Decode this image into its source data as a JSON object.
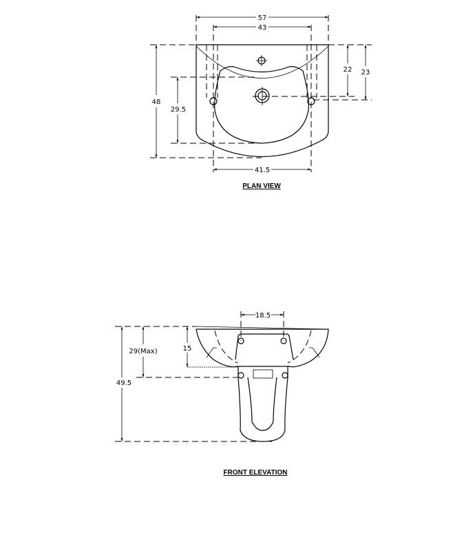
{
  "plan_view": {
    "title": "PLAN VIEW",
    "dimensions": {
      "overall_width": "57",
      "bracket_width_top": "43",
      "overall_depth": "48",
      "bowl_depth": "29.5",
      "waste_to_wall": "22",
      "fixing_to_wall": "23",
      "bracket_width_bottom": "41.5"
    }
  },
  "front_elevation": {
    "title": "FRONT ELEVATION",
    "dimensions": {
      "fixing_centres": "18.5",
      "height_max": "29(Max)",
      "overall_height": "49.5",
      "basin_height": "15"
    }
  }
}
